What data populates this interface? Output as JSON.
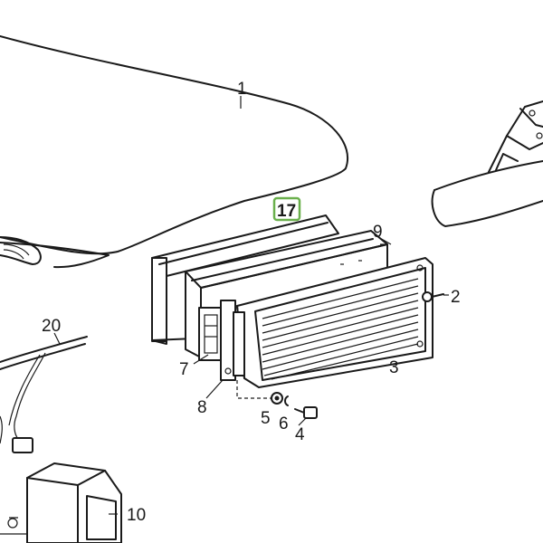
{
  "callouts": {
    "c1": "1",
    "c2": "2",
    "c3": "3",
    "c4": "4",
    "c5": "5",
    "c6": "6",
    "c7": "7",
    "c8": "8",
    "c9": "9",
    "c10": "10",
    "c17": "17",
    "c20": "20"
  },
  "highlight": {
    "callout": "17",
    "color": "#6ab04c"
  },
  "colors": {
    "ink": "#1a1a1a",
    "paper": "#ffffff"
  }
}
